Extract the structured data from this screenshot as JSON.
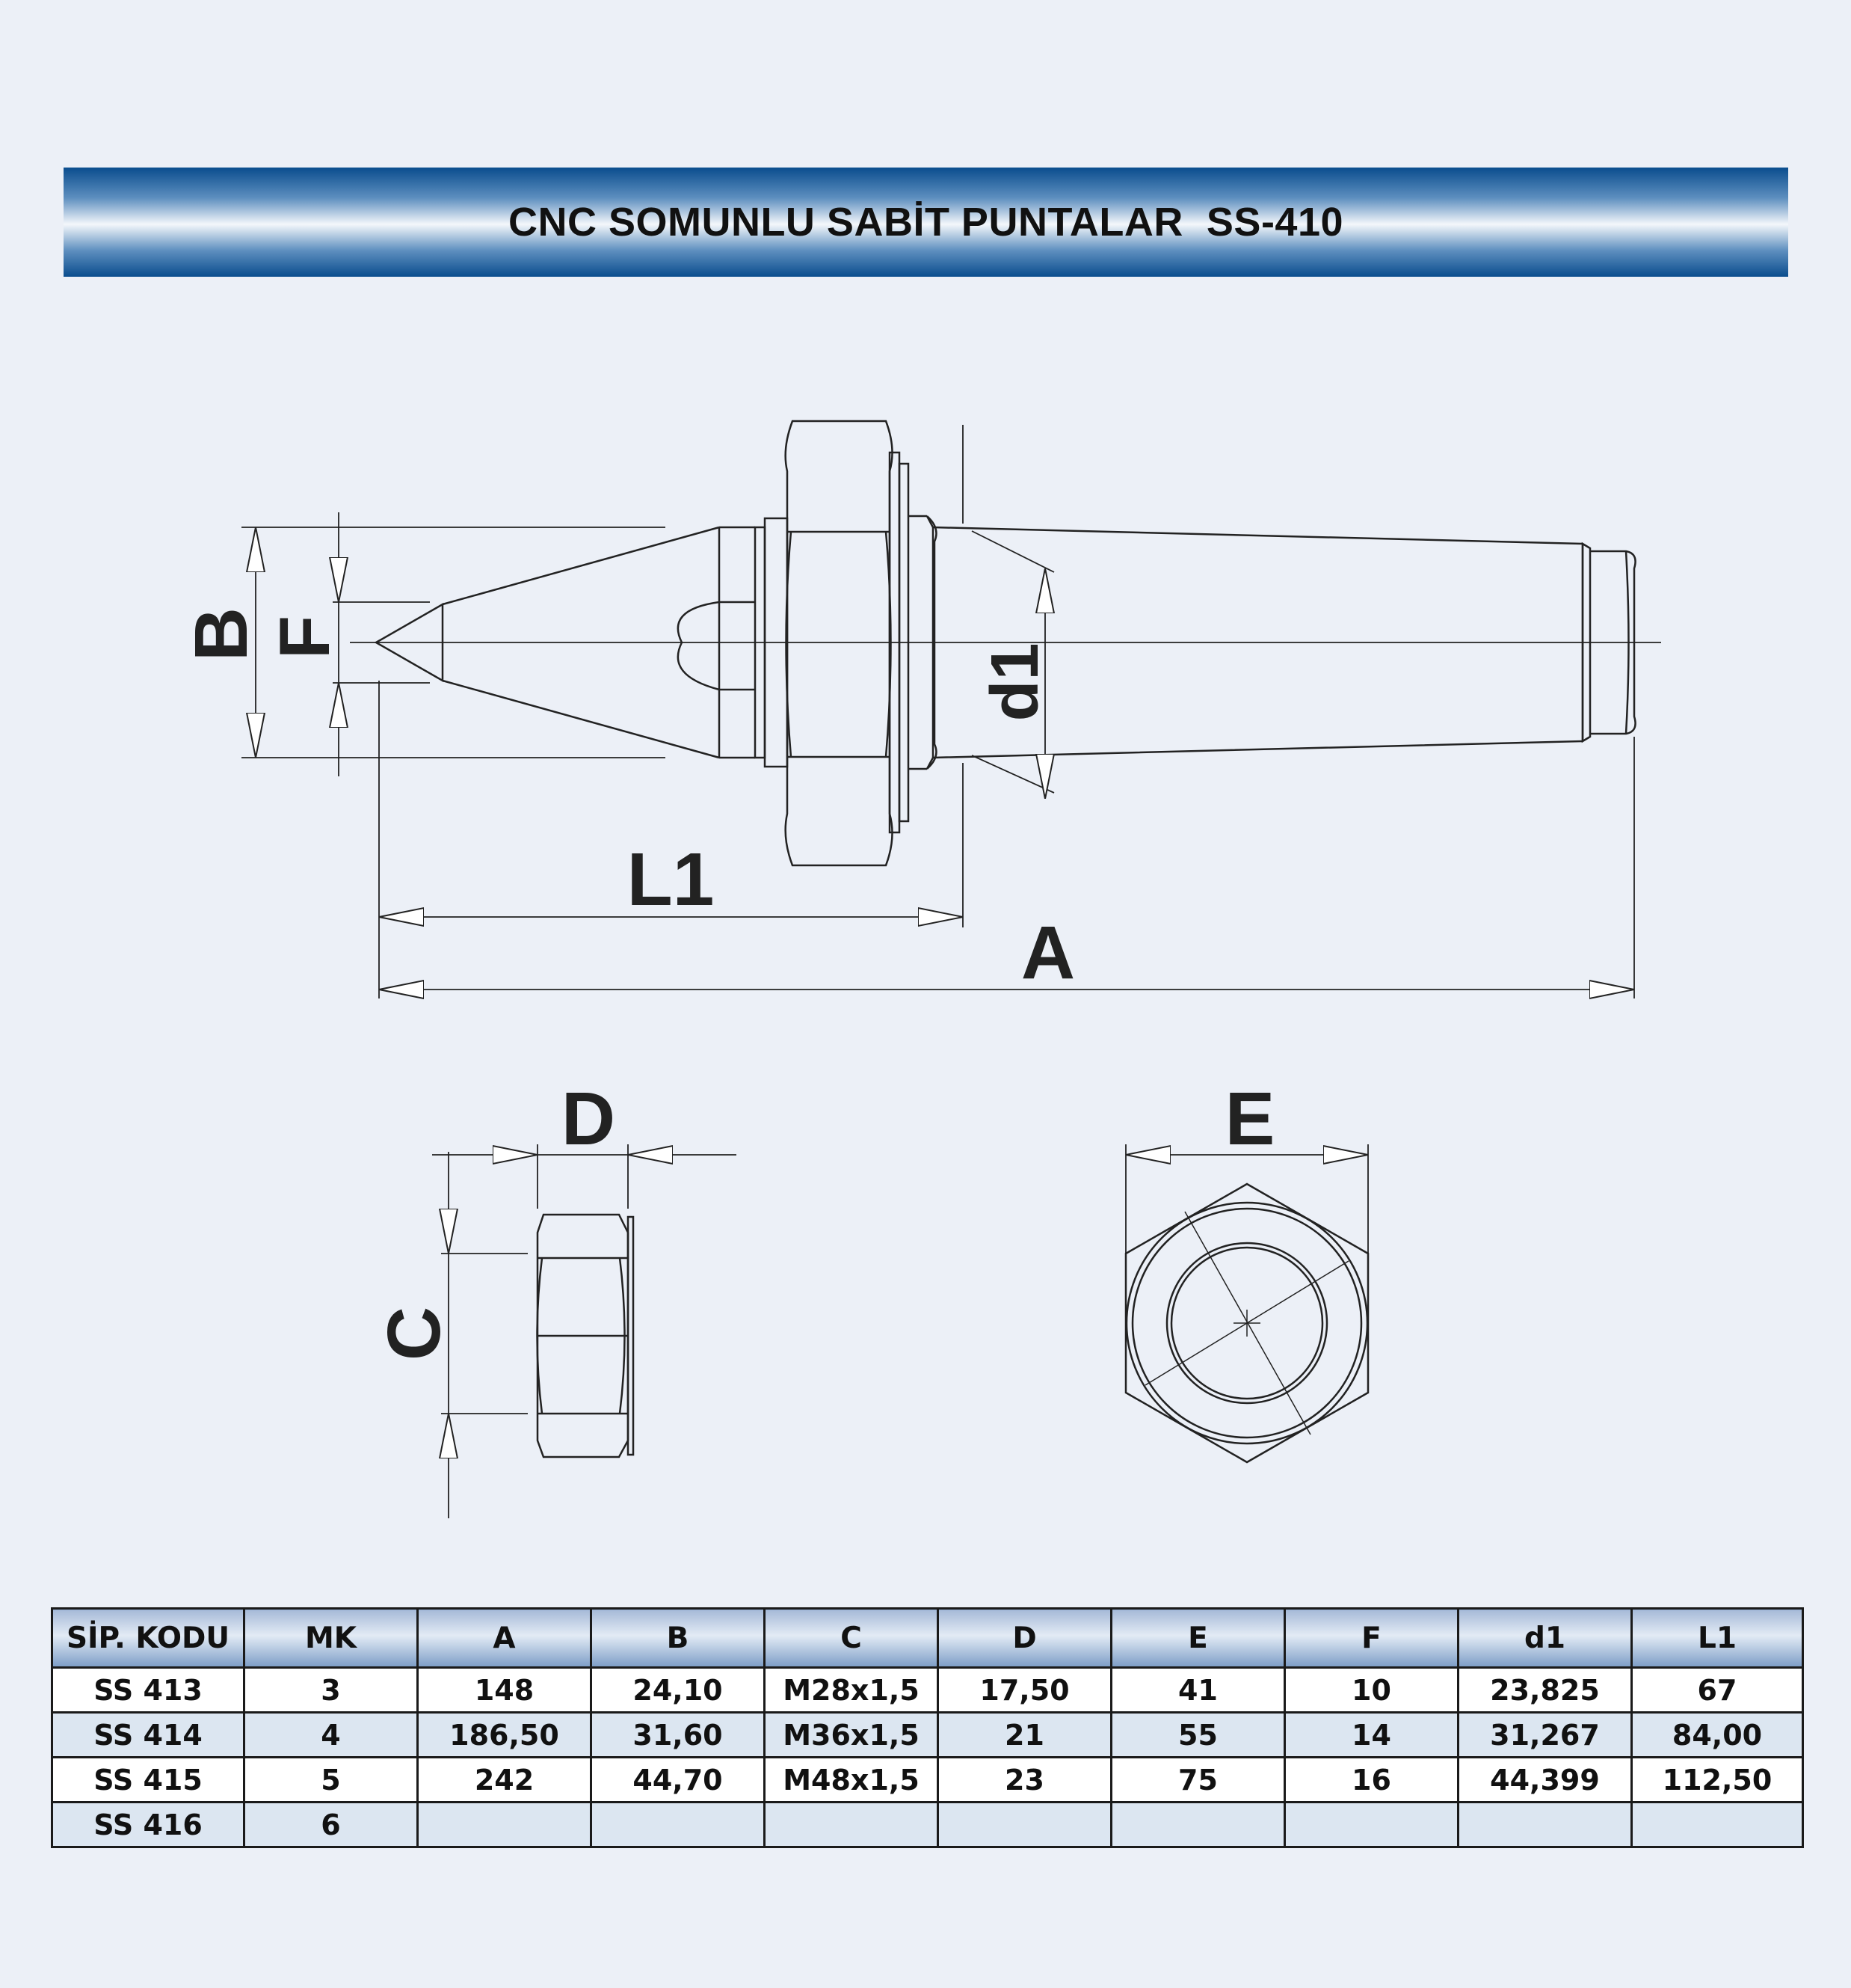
{
  "title": "CNC SOMUNLU SABİT PUNTALAR  SS-410",
  "drawing": {
    "side_view_labels": {
      "B": "B",
      "F": "F",
      "d1": "d1",
      "L1": "L1",
      "A": "A"
    },
    "nut_view_labels": {
      "D": "D",
      "C": "C"
    },
    "front_view_labels": {
      "E": "E"
    }
  },
  "table": {
    "headers": [
      "SİP. KODU",
      "MK",
      "A",
      "B",
      "C",
      "D",
      "E",
      "F",
      "d1",
      "L1"
    ],
    "rows": [
      [
        "SS 413",
        "3",
        "148",
        "24,10",
        "M28x1,5",
        "17,50",
        "41",
        "10",
        "23,825",
        "67"
      ],
      [
        "SS 414",
        "4",
        "186,50",
        "31,60",
        "M36x1,5",
        "21",
        "55",
        "14",
        "31,267",
        "84,00"
      ],
      [
        "SS 415",
        "5",
        "242",
        "44,70",
        "M48x1,5",
        "23",
        "75",
        "16",
        "44,399",
        "112,50"
      ],
      [
        "SS 416",
        "6",
        "",
        "",
        "",
        "",
        "",
        "",
        "",
        ""
      ]
    ]
  }
}
